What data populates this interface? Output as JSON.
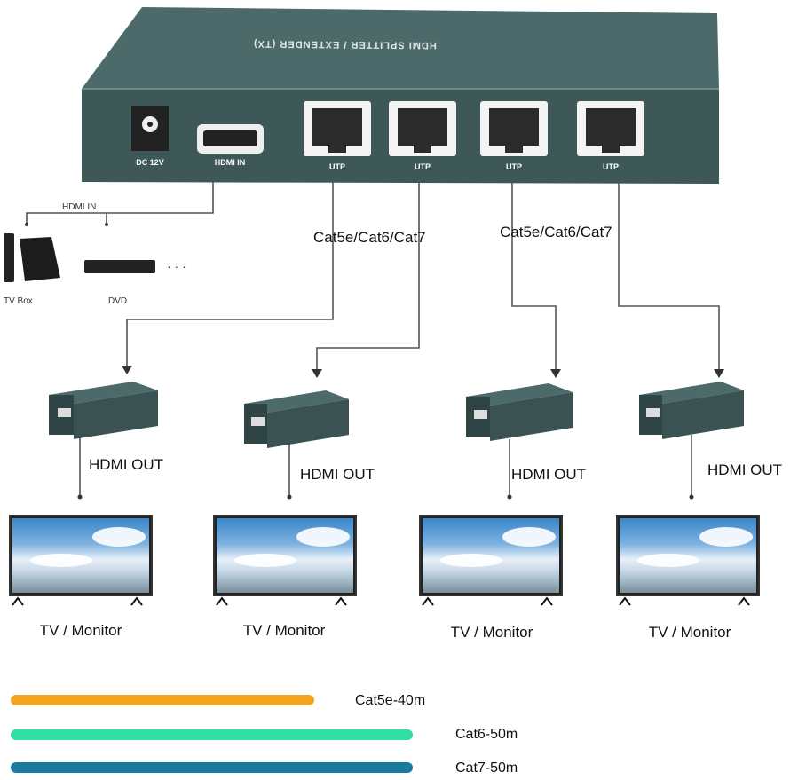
{
  "device": {
    "top_label": "HDMI SPLITTER / EXTENDER (TX)",
    "dc_label": "DC 12V",
    "hdmi_in_label": "HDMI IN",
    "utp_labels": [
      "UTP",
      "UTP",
      "UTP",
      "UTP"
    ],
    "body_color": "#3e5858"
  },
  "sources": {
    "hdmi_in_label": "HDMI IN",
    "items": [
      "TV Box",
      "DVD"
    ],
    "more": "· · ·"
  },
  "cable_labels": [
    "Cat5e/Cat6/Cat7",
    "Cat5e/Cat6/Cat7"
  ],
  "receivers": {
    "hdmi_out_labels": [
      "HDMI OUT",
      "HDMI OUT",
      "HDMI OUT",
      "HDMI OUT"
    ]
  },
  "displays": [
    "TV / Monitor",
    "TV / Monitor",
    "TV / Monitor",
    "TV / Monitor"
  ],
  "legend": [
    {
      "label": "Cat5e-40m",
      "color": "#f2a51f"
    },
    {
      "label": "Cat6-50m",
      "color": "#2fe0a2"
    },
    {
      "label": "Cat7-50m",
      "color": "#1a7aa0"
    }
  ]
}
